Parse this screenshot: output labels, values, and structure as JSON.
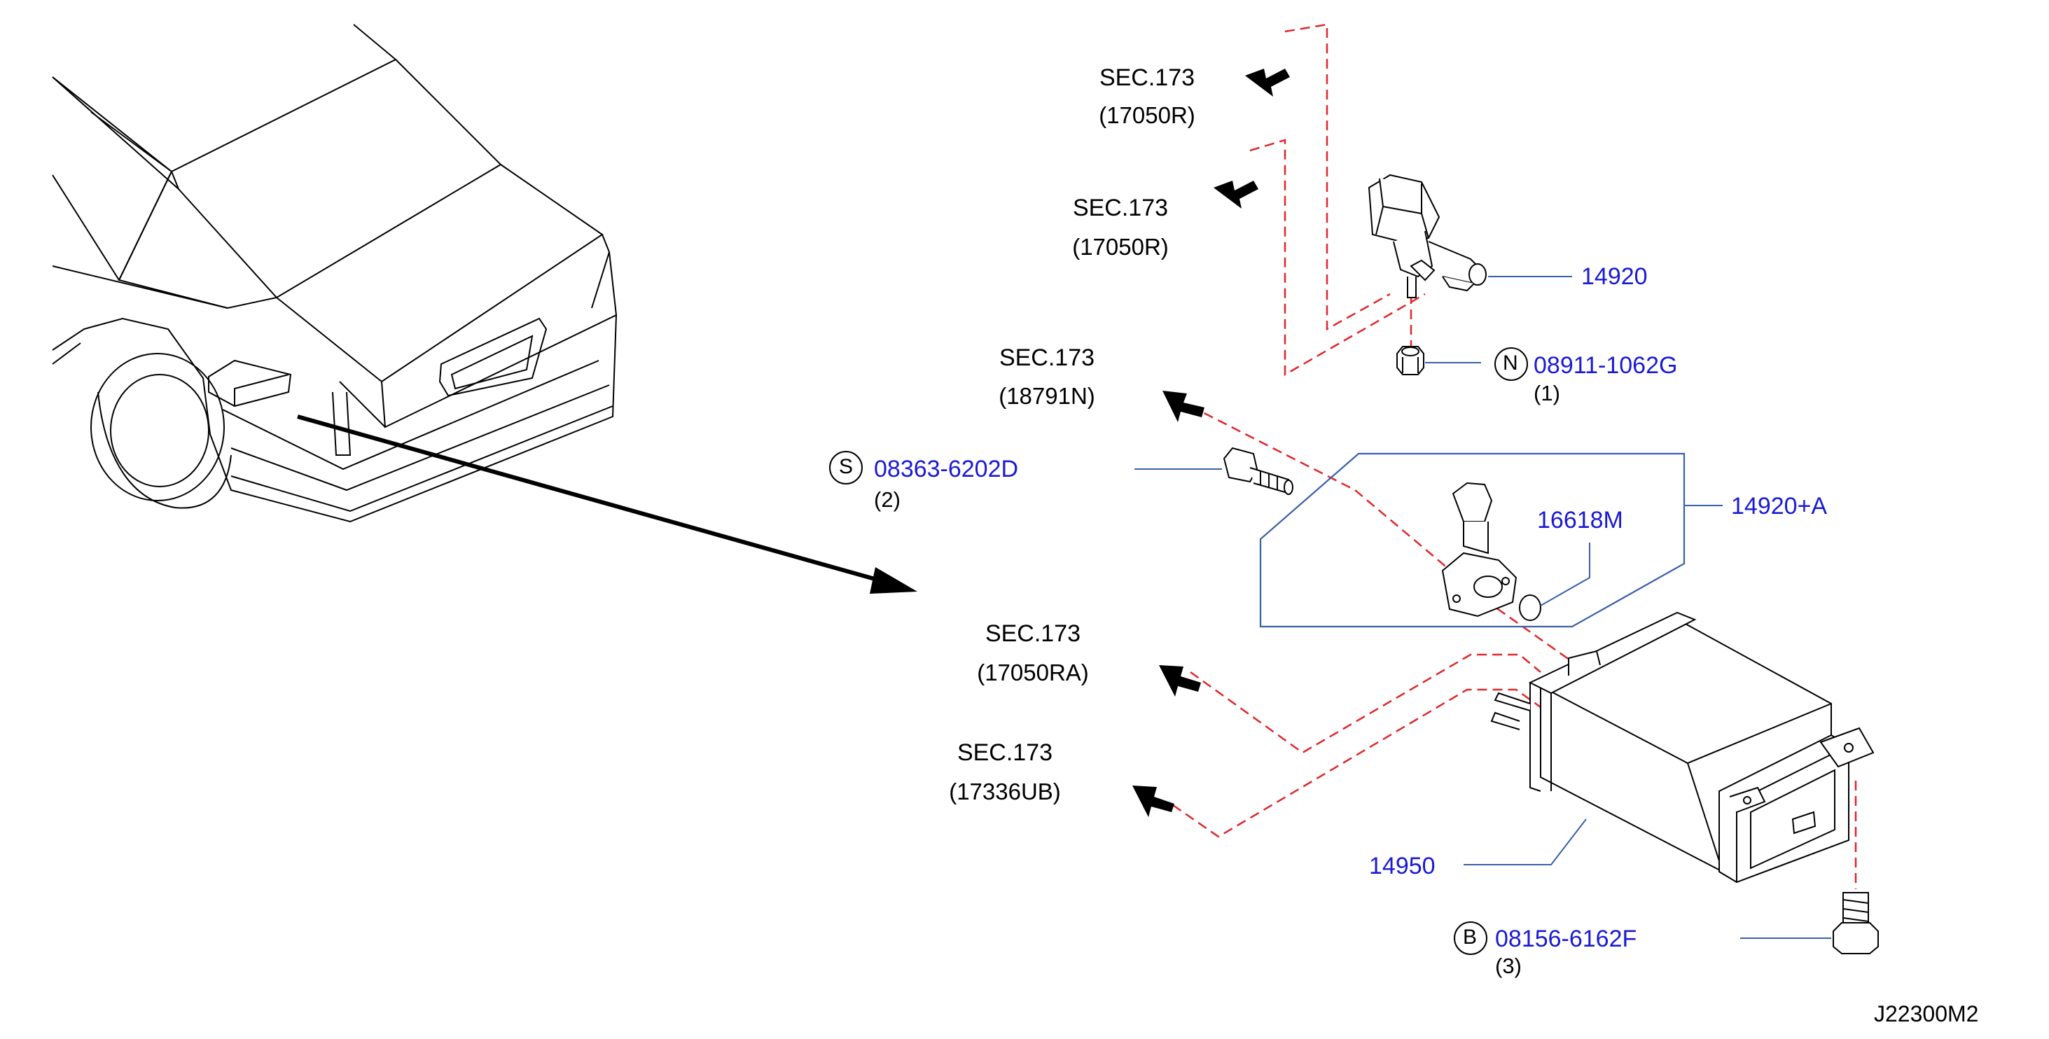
{
  "sec_refs": [
    {
      "sec": "SEC.173",
      "code": "(17050R)"
    },
    {
      "sec": "SEC.173",
      "code": "(17050R)"
    },
    {
      "sec": "SEC.173",
      "code": "(18791N)"
    },
    {
      "sec": "SEC.173",
      "code": "(17050RA)"
    },
    {
      "sec": "SEC.173",
      "code": "(17336UB)"
    }
  ],
  "parts": {
    "valve": "14920",
    "nut": {
      "symbol": "N",
      "number": "08911-1062G",
      "qty": "(1)"
    },
    "screw": {
      "symbol": "S",
      "number": "08363-6202D",
      "qty": "(2)"
    },
    "assembly": "14920+A",
    "oring": "16618M",
    "canister": "14950",
    "bolt": {
      "symbol": "B",
      "number": "08156-6162F",
      "qty": "(3)"
    }
  },
  "diagram_code": "J22300M2",
  "colors": {
    "part_number": "#1a1ad6",
    "hose": "#e0262a",
    "leader": "#3a5faa"
  }
}
